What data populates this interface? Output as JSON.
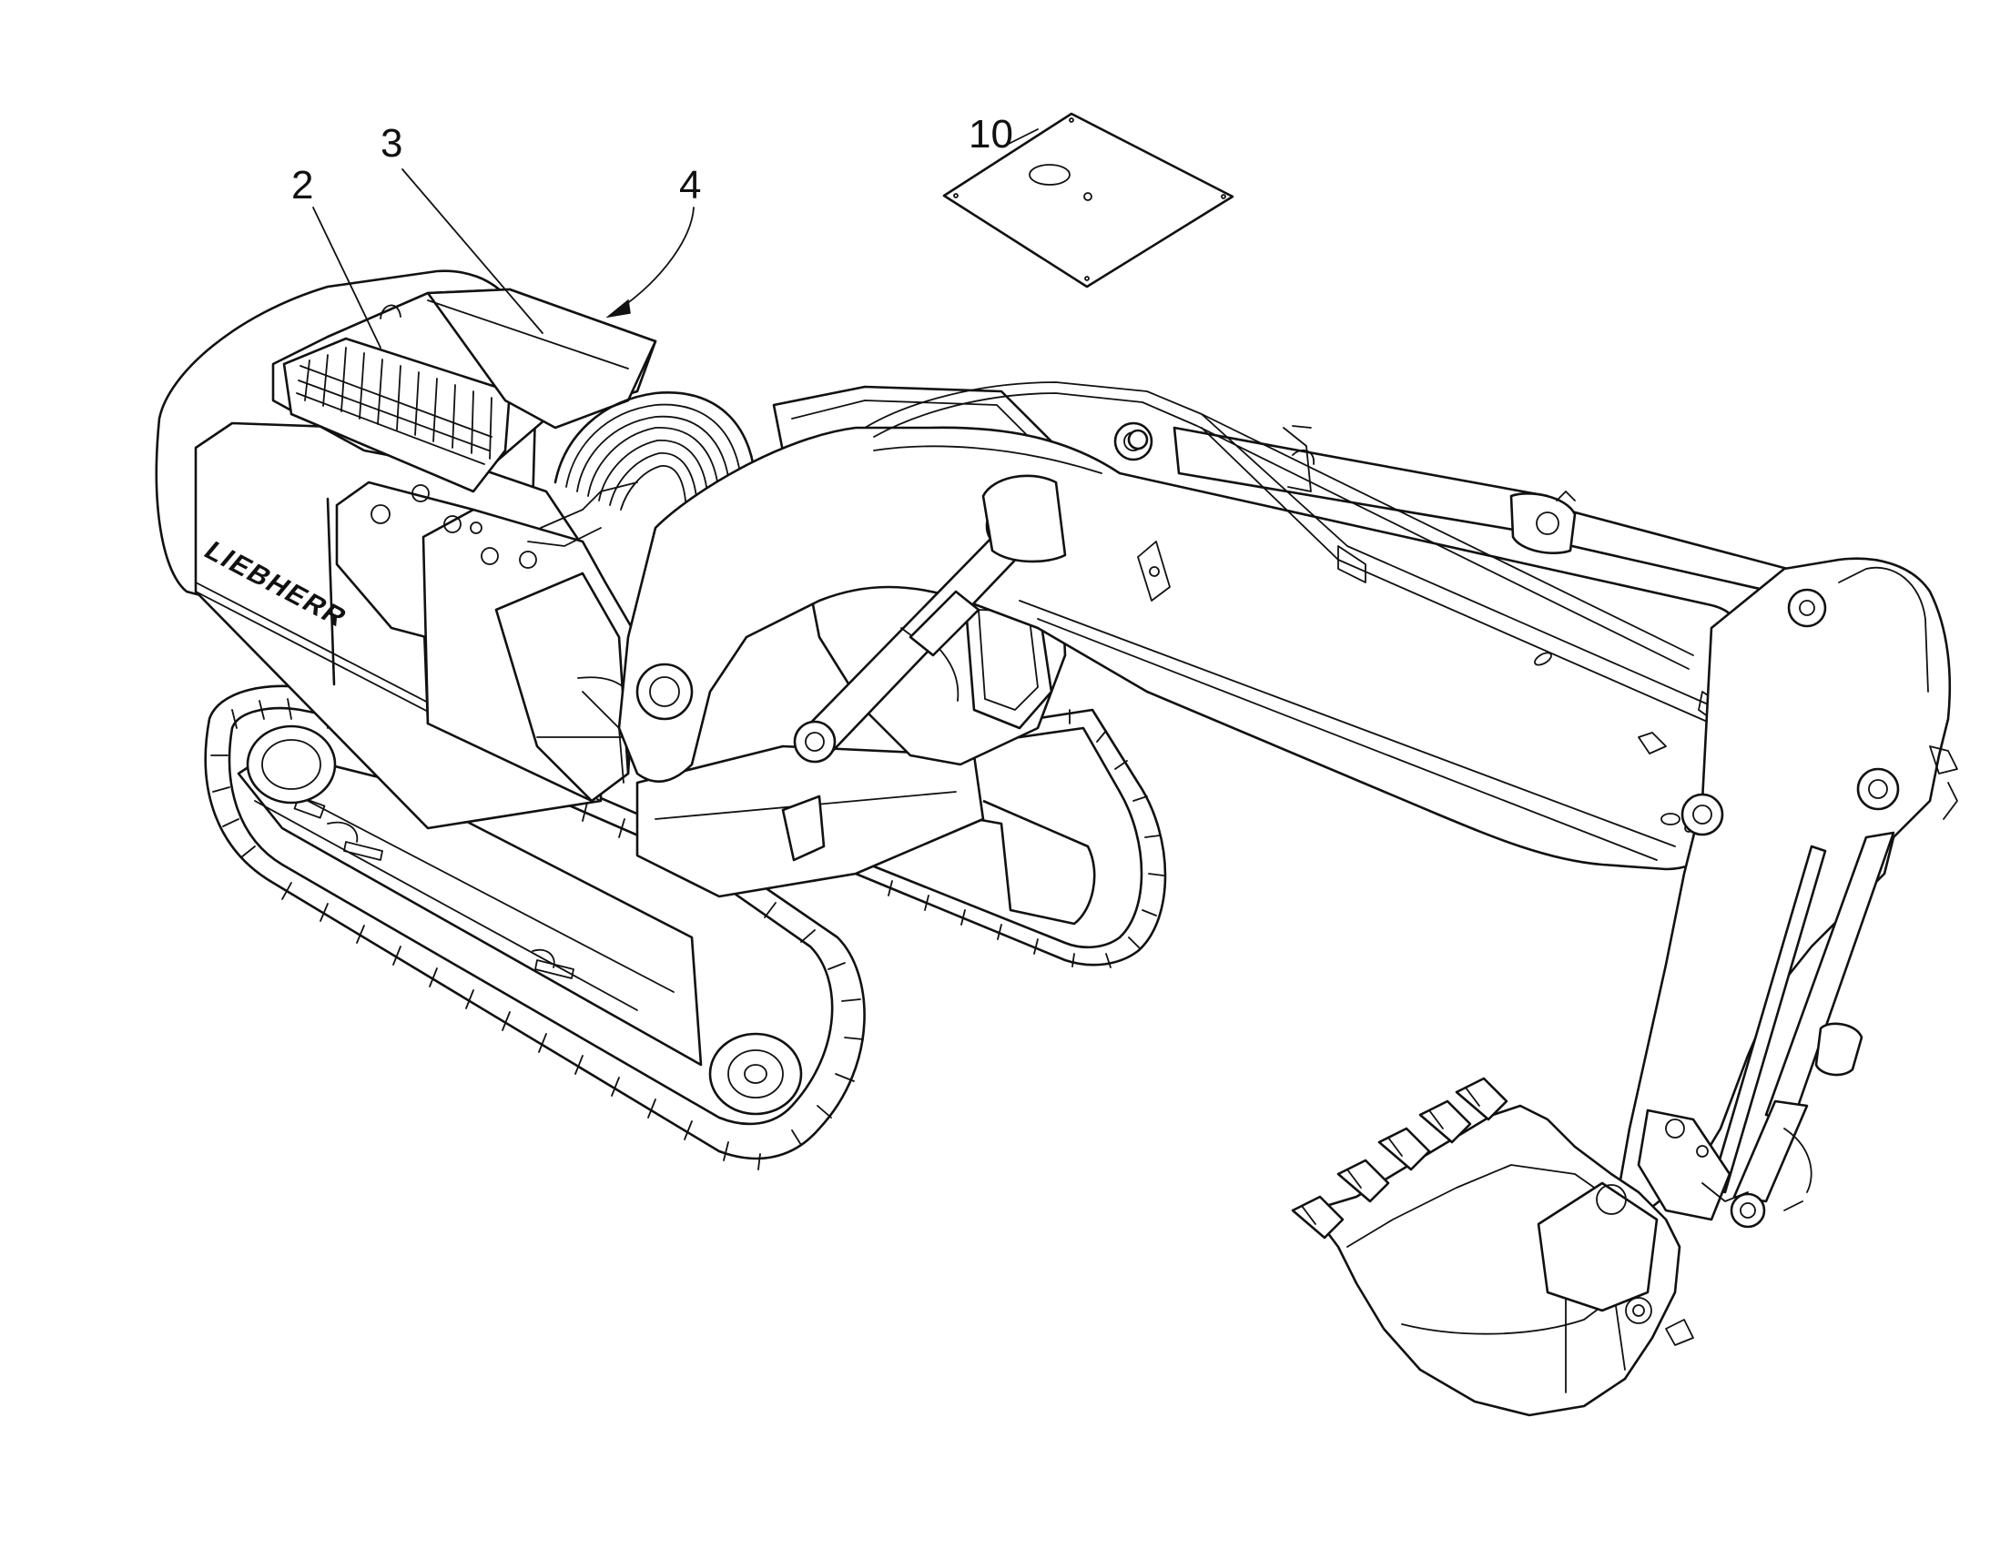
{
  "callouts": {
    "c2": "2",
    "c3": "3",
    "c4": "4",
    "c10": "10"
  },
  "brand_text": "LIEBHERR",
  "icons": {
    "machine": "crawler-excavator-illustration",
    "part10": "cover-plate-illustration"
  }
}
